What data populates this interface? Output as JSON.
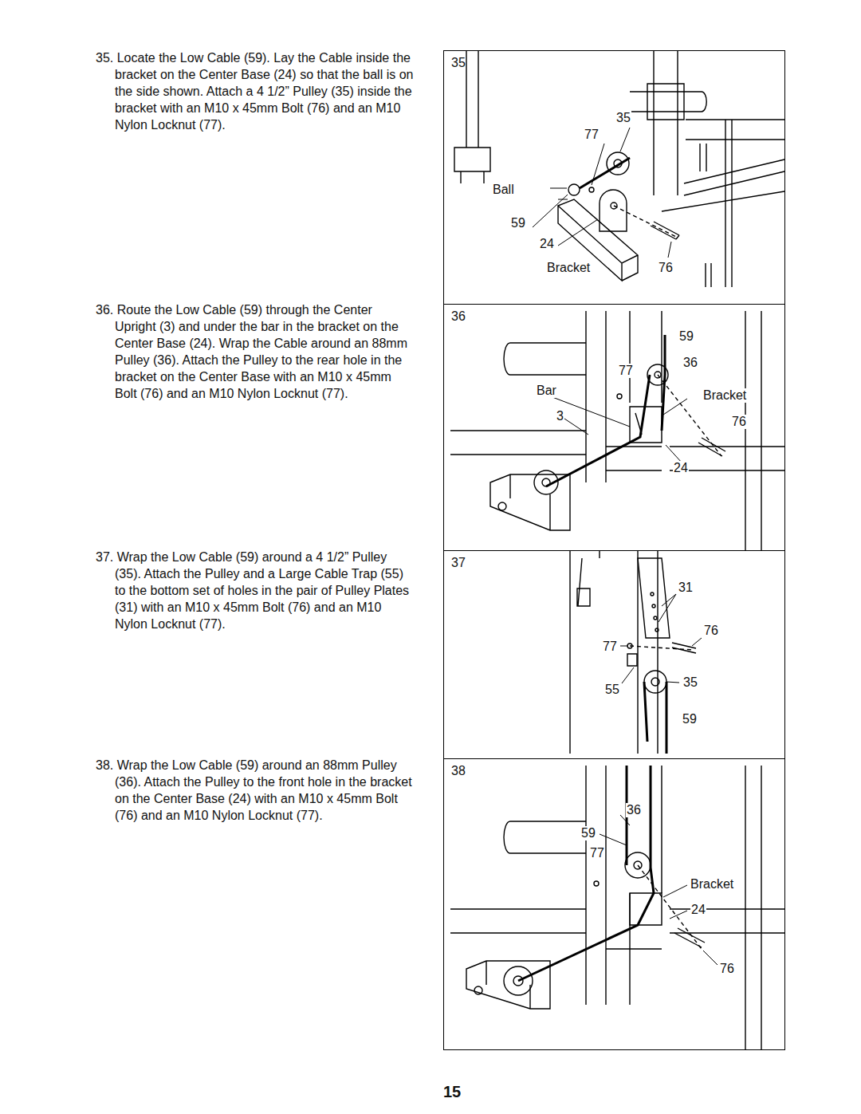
{
  "diagram": {
    "nodes": [
      {
        "text": [
          "35"
        ]
      },
      {
        "text": [
          "36"
        ]
      },
      {
        "text": [
          "37"
        ]
      },
      {
        "text": [
          "38"
        ]
      }
    ],
    "labels": [
      "35. Locate the Low Cable (59). Lay the Cable inside the bracket on the Center Base (24) so that the ball is on the side shown. Attach a 4 1/2” Pulley (35) inside the bracket with an M10 x 45mm Bolt (76) and an M10 Nylon Locknut (77).",
      "36. Route the Low Cable (59) through the Center Upright (3) and under the bar in the bracket on the Center Base (24). Wrap the Cable around an 88mm Pulley (36). Attach the Pulley to the rear hole in the bracket on the Center Base with an M10 x 45mm Bolt (76) and an M10 Nylon Locknut (77).",
      "37. Wrap the Low Cable (59) around a 4 1/2” Pulley (35). Attach the Pulley and a Large Cable Trap (55) to the bottom set of holes in the pair of Pulley Plates (31) with an M10 x 45mm Bolt (76) and an M10 Nylon Locknut (77).",
      "38. Wrap the Low Cable (59) around an 88mm Pulley (36). Attach the Pulley to the front hole in the bracket on the Center Base (24) with an M10 x 45mm Bolt (76) and an M10 Nylon Locknut (77).",
      "35",
      "77",
      "Ball",
      "59",
      "24",
      "Bracket",
      "76",
      "59",
      "36",
      "77",
      "Bar",
      "Bracket",
      "3",
      "76",
      "24",
      "31",
      "76",
      "77",
      "35",
      "55",
      "59",
      "36",
      "59",
      "77",
      "Bracket",
      "24",
      "76",
      "15"
    ]
  }
}
